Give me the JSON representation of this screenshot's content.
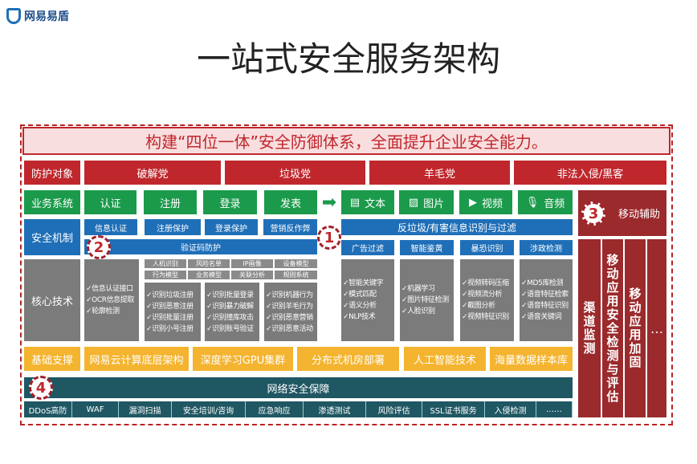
{
  "logo": "网易易盾",
  "title": "一站式安全服务架构",
  "banner": "构建“四位一体”安全防御体系，全面提升企业安全能力。",
  "rows": {
    "targets": {
      "label": "防护对象",
      "items": [
        "破解党",
        "垃圾党",
        "羊毛党",
        "非法入侵/黑客"
      ]
    },
    "business": {
      "label": "业务系统",
      "left": [
        "认证",
        "注册",
        "登录",
        "发表"
      ],
      "right": [
        "文本",
        "图片",
        "视频",
        "音频"
      ]
    },
    "mechanism": {
      "label": "安全机制",
      "left": [
        "信息认证",
        "注册保护",
        "登录保护",
        "营销反作弊"
      ],
      "captcha": "验证码防护",
      "right_title": "反垃圾/有害信息识别与过滤",
      "right": [
        "广告过滤",
        "智能鉴黄",
        "暴恐识别",
        "涉政检测"
      ]
    },
    "core": {
      "label": "核心技术",
      "col1": [
        "✓信息认证接口",
        "✓OCR信息提取",
        "✓轮廓检测"
      ],
      "tags": [
        "人机识别",
        "风险名单",
        "IP画像",
        "设备模型",
        "行为模型",
        "业务模型",
        "关联分析",
        "规则系统"
      ],
      "cols": [
        [
          "✓识别垃圾注册",
          "✓识别恶意注册",
          "✓识别批量注册",
          "✓识别小号注册"
        ],
        [
          "✓识别批量登录",
          "✓识别暴力破解",
          "✓识别撞库攻击",
          "✓识别账号验证"
        ],
        [
          "✓识别机器行为",
          "✓识别羊毛行为",
          "✓识别恶意营销",
          "✓识别恶意活动"
        ]
      ],
      "right": [
        [
          "✓智能关键字",
          "✓模式匹配",
          "✓语义分析",
          "✓NLP技术"
        ],
        [
          "✓机器学习",
          "✓图片特征检测",
          "✓人脸识别"
        ],
        [
          "✓视频转码压缩",
          "✓视频流分析",
          "✓截图分析",
          "✓视频特征识别"
        ],
        [
          "✓MD5库检测",
          "✓语音特征检索",
          "✓语音特征识别",
          "✓语音关键词"
        ]
      ]
    },
    "infra": {
      "label": "基础支撑",
      "items": [
        "网易云计算底层架构",
        "深度学习GPU集群",
        "分布式机房部署",
        "人工智能技术",
        "海量数据样本库"
      ]
    },
    "network": {
      "title": "网络安全保障",
      "items": [
        "DDoS高防",
        "WAF",
        "漏洞扫描",
        "安全培训/咨询",
        "应急响应",
        "渗透测试",
        "风险评估",
        "SSL证书服务",
        "入侵检测",
        "……"
      ]
    },
    "mobile": {
      "title": "移动辅助",
      "items": [
        "渠道监测",
        "移动应用安全检测与评估",
        "移动应用加固",
        "…"
      ]
    }
  },
  "markers": [
    "1",
    "2",
    "3",
    "4"
  ]
}
